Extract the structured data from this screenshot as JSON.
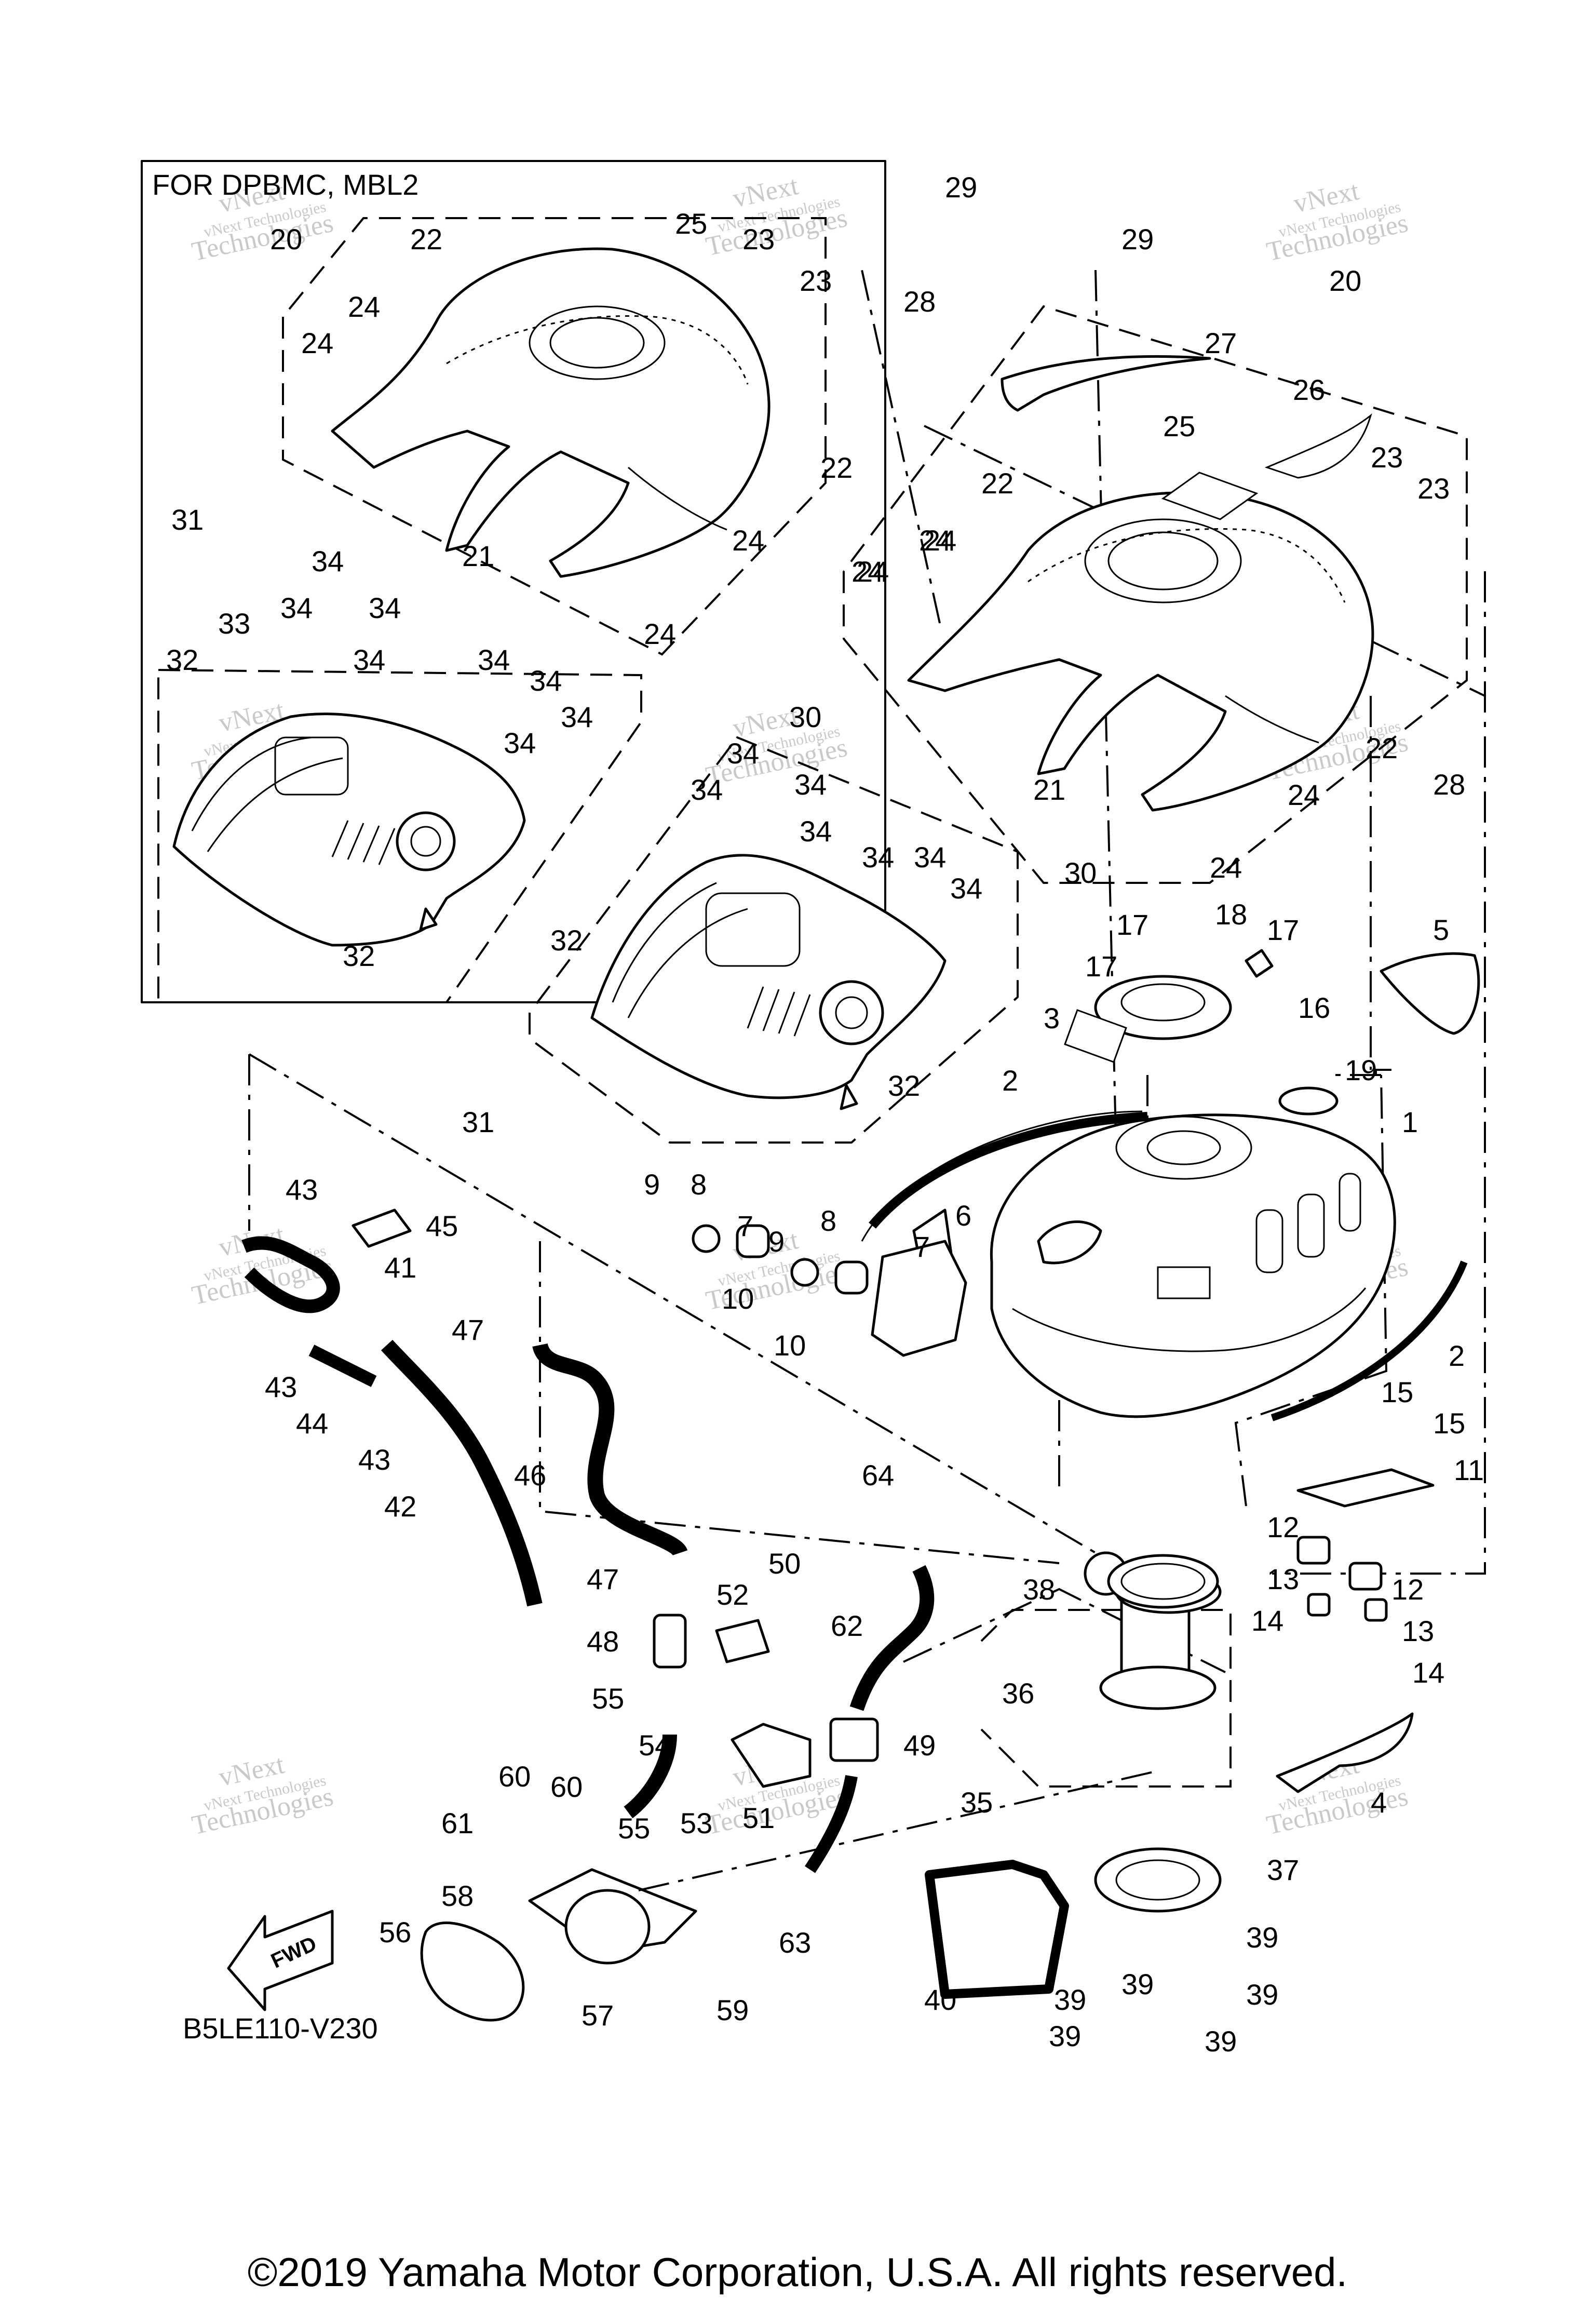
{
  "diagram": {
    "variant_note": "FOR DPBMC, MBL2",
    "diagram_code": "B5LE110-V230",
    "direction_label": "FWD",
    "watermark_line1": "vNext Technologies",
    "watermark_line2": "Technologies",
    "watermark_line3": "vNext",
    "footer": "©2019 Yamaha Motor Corporation, U.S.A. All rights reserved.",
    "callouts": [
      {
        "id": "1",
        "text": "1"
      },
      {
        "id": "2a",
        "text": "2"
      },
      {
        "id": "2b",
        "text": "2"
      },
      {
        "id": "3",
        "text": "3"
      },
      {
        "id": "4",
        "text": "4"
      },
      {
        "id": "5",
        "text": "5"
      },
      {
        "id": "6",
        "text": "6"
      },
      {
        "id": "7a",
        "text": "7"
      },
      {
        "id": "7b",
        "text": "7"
      },
      {
        "id": "8a",
        "text": "8"
      },
      {
        "id": "8b",
        "text": "8"
      },
      {
        "id": "9a",
        "text": "9"
      },
      {
        "id": "9b",
        "text": "9"
      },
      {
        "id": "10a",
        "text": "10"
      },
      {
        "id": "10b",
        "text": "10"
      },
      {
        "id": "11",
        "text": "11"
      },
      {
        "id": "12a",
        "text": "12"
      },
      {
        "id": "12b",
        "text": "12"
      },
      {
        "id": "13a",
        "text": "13"
      },
      {
        "id": "13b",
        "text": "13"
      },
      {
        "id": "14a",
        "text": "14"
      },
      {
        "id": "14b",
        "text": "14"
      },
      {
        "id": "15a",
        "text": "15"
      },
      {
        "id": "15b",
        "text": "15"
      },
      {
        "id": "16",
        "text": "16"
      },
      {
        "id": "17a",
        "text": "17"
      },
      {
        "id": "17b",
        "text": "17"
      },
      {
        "id": "17c",
        "text": "17"
      },
      {
        "id": "18",
        "text": "18"
      },
      {
        "id": "19",
        "text": "19"
      },
      {
        "id": "20a",
        "text": "20"
      },
      {
        "id": "20b",
        "text": "20"
      },
      {
        "id": "21a",
        "text": "21"
      },
      {
        "id": "21b",
        "text": "21"
      },
      {
        "id": "22a",
        "text": "22"
      },
      {
        "id": "22b",
        "text": "22"
      },
      {
        "id": "22c",
        "text": "22"
      },
      {
        "id": "22d",
        "text": "22"
      },
      {
        "id": "23a",
        "text": "23"
      },
      {
        "id": "23b",
        "text": "23"
      },
      {
        "id": "23c",
        "text": "23"
      },
      {
        "id": "23d",
        "text": "23"
      },
      {
        "id": "24a",
        "text": "24"
      },
      {
        "id": "24b",
        "text": "24"
      },
      {
        "id": "24c",
        "text": "24"
      },
      {
        "id": "24d",
        "text": "24"
      },
      {
        "id": "24e",
        "text": "24"
      },
      {
        "id": "24f",
        "text": "24"
      },
      {
        "id": "24g",
        "text": "24"
      },
      {
        "id": "24h",
        "text": "24"
      },
      {
        "id": "24i",
        "text": "24"
      },
      {
        "id": "24j",
        "text": "24"
      },
      {
        "id": "25a",
        "text": "25"
      },
      {
        "id": "25b",
        "text": "25"
      },
      {
        "id": "26",
        "text": "26"
      },
      {
        "id": "27",
        "text": "27"
      },
      {
        "id": "28a",
        "text": "28"
      },
      {
        "id": "28b",
        "text": "28"
      },
      {
        "id": "29a",
        "text": "29"
      },
      {
        "id": "29b",
        "text": "29"
      },
      {
        "id": "30a",
        "text": "30"
      },
      {
        "id": "30b",
        "text": "30"
      },
      {
        "id": "31a",
        "text": "31"
      },
      {
        "id": "31b",
        "text": "31"
      },
      {
        "id": "32a",
        "text": "32"
      },
      {
        "id": "32b",
        "text": "32"
      },
      {
        "id": "32c",
        "text": "32"
      },
      {
        "id": "32d",
        "text": "32"
      },
      {
        "id": "33",
        "text": "33"
      },
      {
        "id": "34a",
        "text": "34"
      },
      {
        "id": "34b",
        "text": "34"
      },
      {
        "id": "34c",
        "text": "34"
      },
      {
        "id": "34d",
        "text": "34"
      },
      {
        "id": "34e",
        "text": "34"
      },
      {
        "id": "34f",
        "text": "34"
      },
      {
        "id": "34g",
        "text": "34"
      },
      {
        "id": "34h",
        "text": "34"
      },
      {
        "id": "34i",
        "text": "34"
      },
      {
        "id": "34j",
        "text": "34"
      },
      {
        "id": "34k",
        "text": "34"
      },
      {
        "id": "34l",
        "text": "34"
      },
      {
        "id": "34m",
        "text": "34"
      },
      {
        "id": "34n",
        "text": "34"
      },
      {
        "id": "34o",
        "text": "34"
      },
      {
        "id": "35",
        "text": "35"
      },
      {
        "id": "36",
        "text": "36"
      },
      {
        "id": "37",
        "text": "37"
      },
      {
        "id": "38",
        "text": "38"
      },
      {
        "id": "39a",
        "text": "39"
      },
      {
        "id": "39b",
        "text": "39"
      },
      {
        "id": "39c",
        "text": "39"
      },
      {
        "id": "39d",
        "text": "39"
      },
      {
        "id": "39e",
        "text": "39"
      },
      {
        "id": "39f",
        "text": "39"
      },
      {
        "id": "40",
        "text": "40"
      },
      {
        "id": "41",
        "text": "41"
      },
      {
        "id": "42",
        "text": "42"
      },
      {
        "id": "43a",
        "text": "43"
      },
      {
        "id": "43b",
        "text": "43"
      },
      {
        "id": "43c",
        "text": "43"
      },
      {
        "id": "44",
        "text": "44"
      },
      {
        "id": "45",
        "text": "45"
      },
      {
        "id": "46",
        "text": "46"
      },
      {
        "id": "47a",
        "text": "47"
      },
      {
        "id": "47b",
        "text": "47"
      },
      {
        "id": "48",
        "text": "48"
      },
      {
        "id": "49",
        "text": "49"
      },
      {
        "id": "50",
        "text": "50"
      },
      {
        "id": "51",
        "text": "51"
      },
      {
        "id": "52",
        "text": "52"
      },
      {
        "id": "53",
        "text": "53"
      },
      {
        "id": "54",
        "text": "54"
      },
      {
        "id": "55a",
        "text": "55"
      },
      {
        "id": "55b",
        "text": "55"
      },
      {
        "id": "56",
        "text": "56"
      },
      {
        "id": "57",
        "text": "57"
      },
      {
        "id": "58",
        "text": "58"
      },
      {
        "id": "59",
        "text": "59"
      },
      {
        "id": "60a",
        "text": "60"
      },
      {
        "id": "60b",
        "text": "60"
      },
      {
        "id": "61",
        "text": "61"
      },
      {
        "id": "62",
        "text": "62"
      },
      {
        "id": "63",
        "text": "63"
      },
      {
        "id": "64",
        "text": "64"
      }
    ]
  }
}
